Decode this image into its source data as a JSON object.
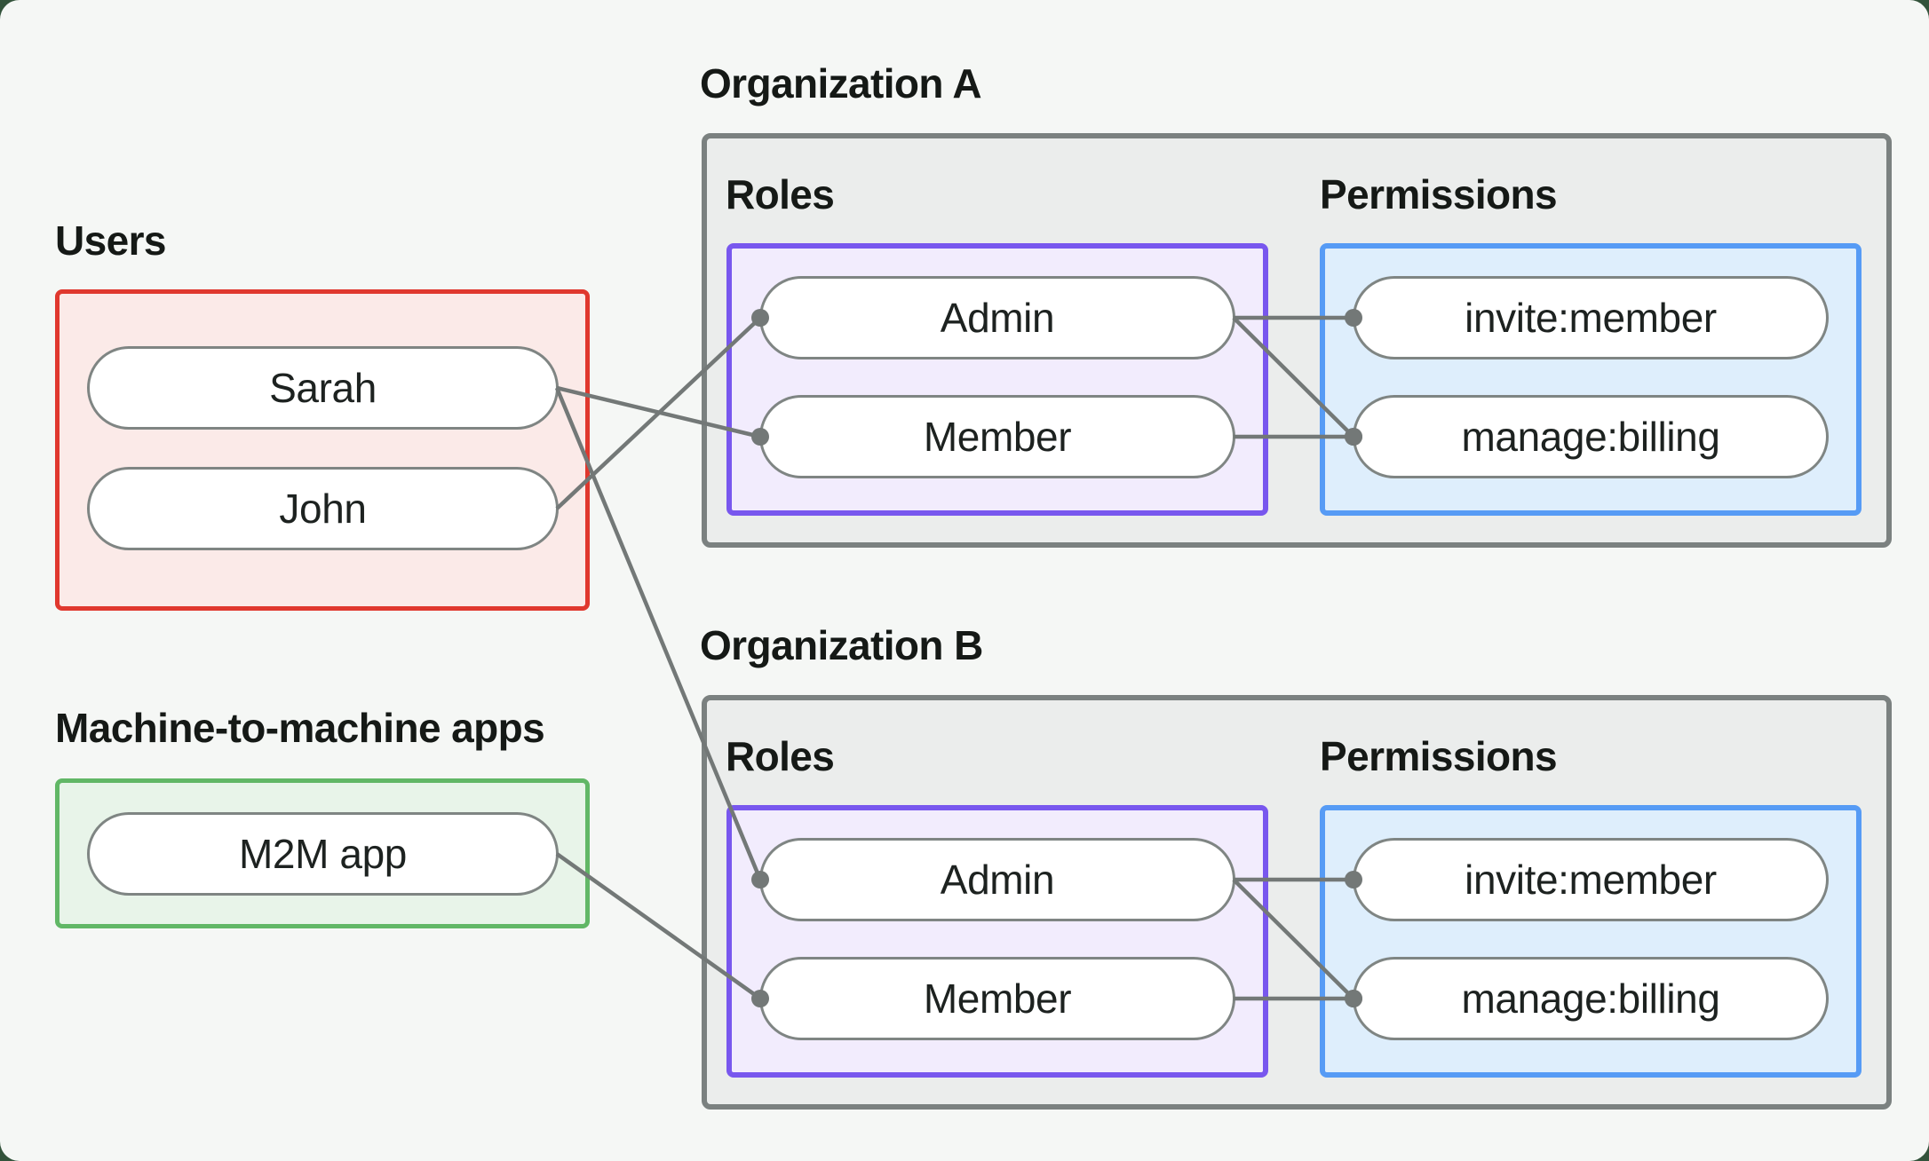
{
  "palette": {
    "canvas_bg": "#f5f7f5",
    "outer_bg": "#33533b",
    "box_border": "#7b8180",
    "box_fill": "#ebedec",
    "users_border": "#e0382e",
    "users_fill": "#fbeae8",
    "m2m_border": "#61b766",
    "m2m_fill": "#e8f4e9",
    "roles_border": "#7857ee",
    "roles_fill": "#f2ecfd",
    "permissions_border": "#569bf5",
    "permissions_fill": "#deeefc",
    "pill_border": "#7f8583",
    "pill_fill": "#ffffff",
    "text": "#151916",
    "connector": "#737877"
  },
  "groups": {
    "users": {
      "label": "Users",
      "nodes": [
        {
          "id": "sarah",
          "label": "Sarah"
        },
        {
          "id": "john",
          "label": "John"
        }
      ]
    },
    "m2m": {
      "label": "Machine-to-machine apps",
      "nodes": [
        {
          "id": "m2m-app",
          "label": "M2M app"
        }
      ]
    }
  },
  "organizations": [
    {
      "id": "org-a",
      "title": "Organization A",
      "roles": {
        "label": "Roles",
        "nodes": [
          {
            "id": "admin-a",
            "label": "Admin"
          },
          {
            "id": "member-a",
            "label": "Member"
          }
        ]
      },
      "permissions": {
        "label": "Permissions",
        "nodes": [
          {
            "id": "invite-a",
            "label": "invite:member"
          },
          {
            "id": "manage-a",
            "label": "manage:billing"
          }
        ]
      }
    },
    {
      "id": "org-b",
      "title": "Organization B",
      "roles": {
        "label": "Roles",
        "nodes": [
          {
            "id": "admin-b",
            "label": "Admin"
          },
          {
            "id": "member-b",
            "label": "Member"
          }
        ]
      },
      "permissions": {
        "label": "Permissions",
        "nodes": [
          {
            "id": "invite-b",
            "label": "invite:member"
          },
          {
            "id": "manage-b",
            "label": "manage:billing"
          }
        ]
      }
    }
  ],
  "edges": [
    {
      "from": "sarah",
      "to": "member-a"
    },
    {
      "from": "john",
      "to": "admin-a"
    },
    {
      "from": "sarah",
      "to": "admin-b"
    },
    {
      "from": "m2m-app",
      "to": "member-b"
    },
    {
      "from": "admin-a",
      "to": "invite-a"
    },
    {
      "from": "admin-a",
      "to": "manage-a"
    },
    {
      "from": "member-a",
      "to": "manage-a"
    },
    {
      "from": "admin-b",
      "to": "invite-b"
    },
    {
      "from": "admin-b",
      "to": "manage-b"
    },
    {
      "from": "member-b",
      "to": "manage-b"
    }
  ],
  "edge_style": {
    "width": 4.5,
    "dot_radius": 10
  }
}
